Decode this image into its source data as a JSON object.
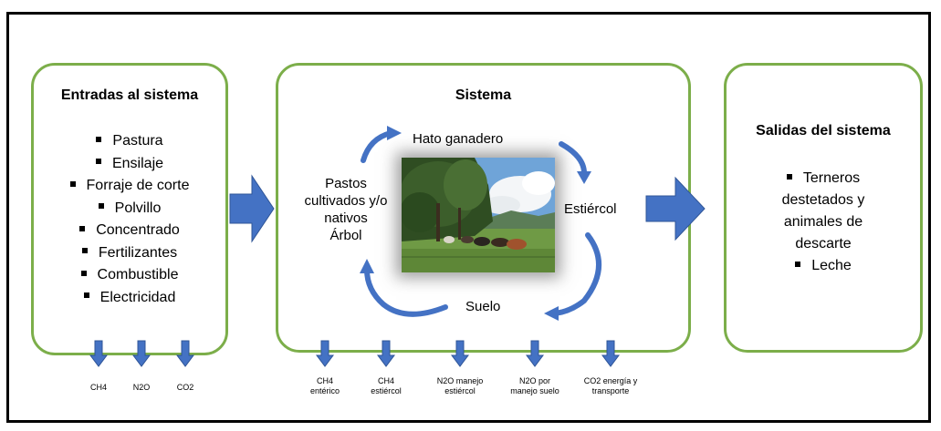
{
  "inputs": {
    "title": "Entradas al sistema",
    "items": [
      "Pastura",
      "Ensilaje",
      "Forraje de corte",
      "Polvillo",
      "Concentrado",
      "Fertilizantes",
      "Combustible",
      "Electricidad"
    ]
  },
  "system": {
    "title": "Sistema",
    "herd": "Hato ganadero",
    "manure": "Estiércol",
    "soil": "Suelo",
    "pastures_line1": "Pastos",
    "pastures_line2": "cultivados y/o",
    "pastures_line3": "nativos",
    "tree": "Árbol"
  },
  "outputs": {
    "title": "Salidas del sistema",
    "item1_line1": "Terneros",
    "item1_line2": "destetados y",
    "item1_line3": "animales de",
    "item1_line4": "descarte",
    "item2": "Leche"
  },
  "emissions_inputs": {
    "ch4": "CH4",
    "n2o": "N2O",
    "co2": "CO2"
  },
  "emissions_system": {
    "e1_line1": "CH4",
    "e1_line2": "entérico",
    "e2_line1": "CH4",
    "e2_line2": "estiércol",
    "e3_line1": "N2O manejo",
    "e3_line2": "estiércol",
    "e4_line1": "N2O por",
    "e4_line2": "manejo suelo",
    "e5_line1": "CO2 energía y",
    "e5_line2": "transporte"
  },
  "colors": {
    "box_border": "#7cae4a",
    "arrow_fill": "#4472c4",
    "arrow_stroke": "#2f5597"
  }
}
